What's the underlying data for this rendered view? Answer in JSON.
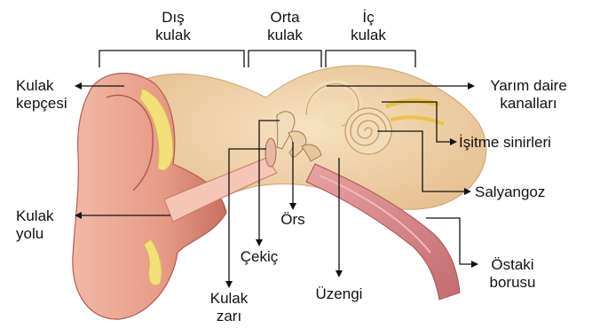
{
  "sections": {
    "outer": [
      "Dış",
      "kulak"
    ],
    "middle": [
      "Orta",
      "kulak"
    ],
    "inner": [
      "İç",
      "kulak"
    ]
  },
  "labels": {
    "pinna": [
      "Kulak",
      "kepçesi"
    ],
    "ear_canal": [
      "Kulak",
      "yolu"
    ],
    "eardrum": [
      "Kulak",
      "zarı"
    ],
    "hammer": "Çekiç",
    "anvil": "Örs",
    "stirrup": "Üzengi",
    "semicircular": [
      "Yarım daire",
      "kanalları"
    ],
    "hearing_nerves": "İşitme sinirleri",
    "cochlea": "Salyangoz",
    "eustachian": [
      "Östaki",
      "borusu"
    ]
  },
  "colors": {
    "skin": "#e9a08e",
    "skin_dark": "#c86a5a",
    "bone": "#efd2a8",
    "cartilage": "#f3e07a",
    "tube": "#d98a8a",
    "line": "#111111"
  }
}
